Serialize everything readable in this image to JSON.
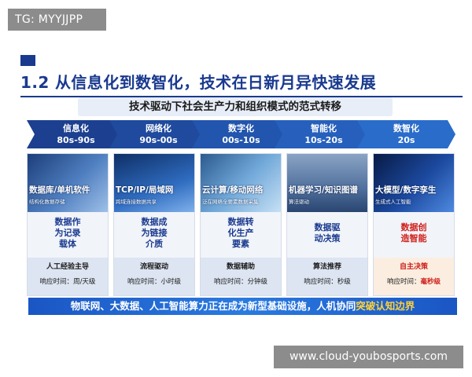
{
  "watermark_top": "TG: MYYJJPP",
  "watermark_bottom": "www.cloud-youbosports.com",
  "title": "1.2 从信息化到数智化，技术在日新月异快速发展",
  "subtitle": "技术驱动下社会生产力和组织模式的范式转移",
  "colors": {
    "brand": "#1a3a8f",
    "highlight": "#d0201a",
    "banner": "#2a7ae0"
  },
  "stages": [
    {
      "name": "信息化",
      "period": "80s-90s",
      "color": "#1c3f8f"
    },
    {
      "name": "网络化",
      "period": "90s-00s",
      "color": "#1f4a9e"
    },
    {
      "name": "数字化",
      "period": "00s-10s",
      "color": "#2255ad"
    },
    {
      "name": "智能化",
      "period": "10s-20s",
      "color": "#2660bc"
    },
    {
      "name": "数智化",
      "period": "20s",
      "color": "#2a6cca"
    }
  ],
  "cards": [
    {
      "head": "数据库/单机软件",
      "sub": "结构化数据存储",
      "mid1": "数据作",
      "mid2": "为记录",
      "mid3": "载体",
      "mode": "人工经验主导",
      "resp_label": "响应时间：",
      "resp_value": "周/天级"
    },
    {
      "head": "TCP/IP/局域网",
      "sub": "跨域连接数据共享",
      "mid1": "数据成",
      "mid2": "为链接",
      "mid3": "介质",
      "mode": "流程驱动",
      "resp_label": "响应时间：",
      "resp_value": "小时级"
    },
    {
      "head": "云计算/移动网络",
      "sub": "泛在网络全要素数据采集",
      "mid1": "数据转",
      "mid2": "化生产",
      "mid3": "要素",
      "mode": "数据辅助",
      "resp_label": "响应时间：",
      "resp_value": "分钟级"
    },
    {
      "head": "机器学习/知识图谱",
      "sub": "算法驱动",
      "mid1": "数据驱",
      "mid2": "动决策",
      "mid3": "",
      "mode": "算法推荐",
      "resp_label": "响应时间：",
      "resp_value": "秒级"
    },
    {
      "head": "大模型/数字孪生",
      "sub": "生成式人工智能",
      "mid1": "数据创",
      "mid2": "造智能",
      "mid3": "",
      "mode": "自主决策",
      "resp_label": "响应时间：",
      "resp_value": "毫秒级"
    }
  ],
  "banner": {
    "main": "物联网、大数据、人工智能算力正在成为新型基础设施，人机协同",
    "highlight": "突破认知边界"
  }
}
